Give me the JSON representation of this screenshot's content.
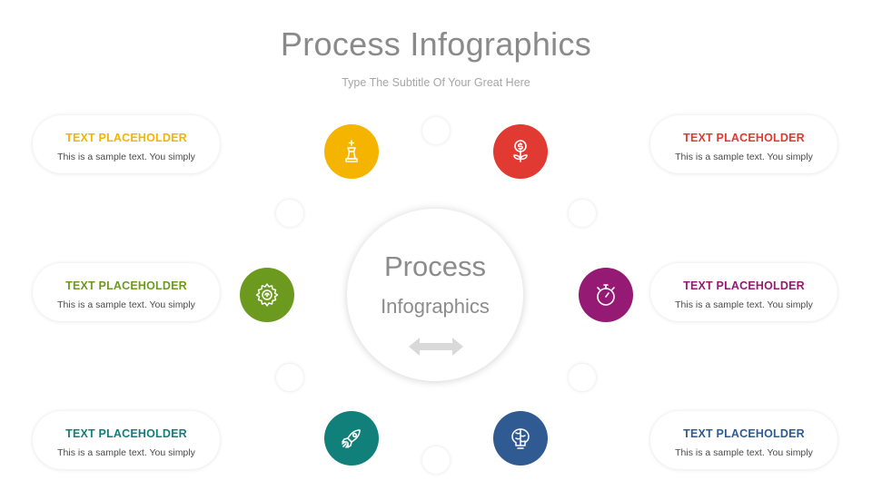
{
  "header": {
    "title": "Process Infographics",
    "subtitle": "Type The Subtitle Of Your Great Here"
  },
  "hub": {
    "line1": "Process",
    "line2": "Infographics",
    "icon": "double-arrow-icon"
  },
  "items": [
    {
      "heading": "TEXT PLACEHOLDER",
      "text": "This is a sample text. You simply",
      "color": "#f4b400",
      "icon": "chess-king-icon"
    },
    {
      "heading": "TEXT PLACEHOLDER",
      "text": "This is a sample text. You simply",
      "color": "#6c9a1f",
      "icon": "gear-brain-icon"
    },
    {
      "heading": "TEXT PLACEHOLDER",
      "text": "This is a sample text. You simply",
      "color": "#12807a",
      "icon": "rocket-icon"
    },
    {
      "heading": "TEXT PLACEHOLDER",
      "text": "This is a sample text. You simply",
      "color": "#e03a33",
      "icon": "money-plant-icon"
    },
    {
      "heading": "TEXT PLACEHOLDER",
      "text": "This is a sample text. You simply",
      "color": "#941a73",
      "icon": "stopwatch-icon"
    },
    {
      "heading": "TEXT PLACEHOLDER",
      "text": "This is a sample text. You simply",
      "color": "#2f5b92",
      "icon": "brain-bulb-icon"
    }
  ]
}
